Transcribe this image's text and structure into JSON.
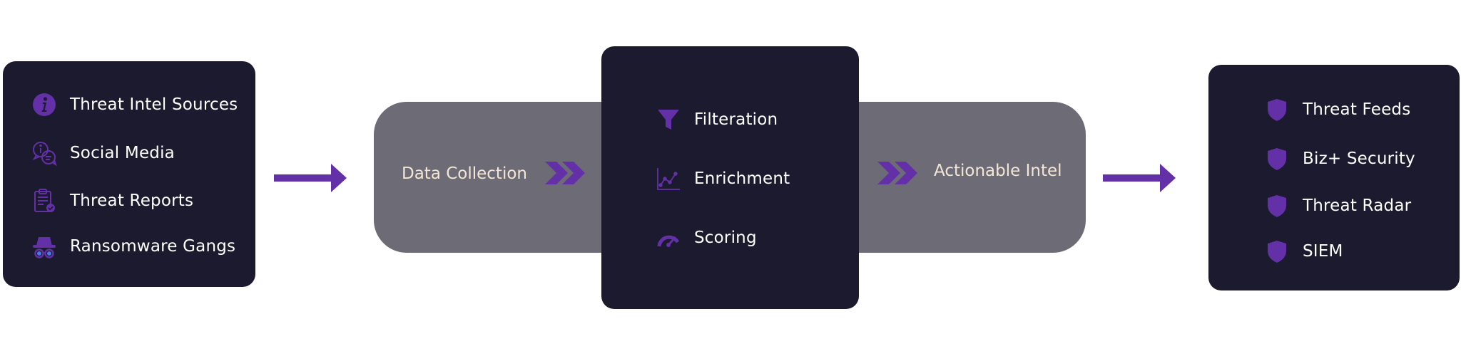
{
  "sources": {
    "items": [
      {
        "label": "Threat Intel Sources",
        "icon": "info-icon"
      },
      {
        "label": "Social Media",
        "icon": "chat-bubbles-icon"
      },
      {
        "label": "Threat Reports",
        "icon": "clipboard-check-icon"
      },
      {
        "label": "Ransomware Gangs",
        "icon": "spy-hat-glasses-icon"
      }
    ]
  },
  "pipeline": {
    "left_label": "Data Collection",
    "right_label": "Actionable Intel"
  },
  "processing": {
    "items": [
      {
        "label": "Filteration",
        "icon": "funnel-icon"
      },
      {
        "label": "Enrichment",
        "icon": "line-chart-icon"
      },
      {
        "label": "Scoring",
        "icon": "gauge-icon"
      }
    ]
  },
  "outputs": {
    "items": [
      {
        "label": "Threat Feeds",
        "icon": "shield-icon"
      },
      {
        "label": "Biz+ Security",
        "icon": "shield-icon"
      },
      {
        "label": "Threat Radar",
        "icon": "shield-icon"
      },
      {
        "label": "SIEM",
        "icon": "shield-icon"
      }
    ]
  },
  "colors": {
    "panel": "#1b1a2e",
    "pill": "#6c6b76",
    "accent": "#6430a8",
    "text": "#ffffff",
    "pill_text": "#f3e6d4"
  }
}
